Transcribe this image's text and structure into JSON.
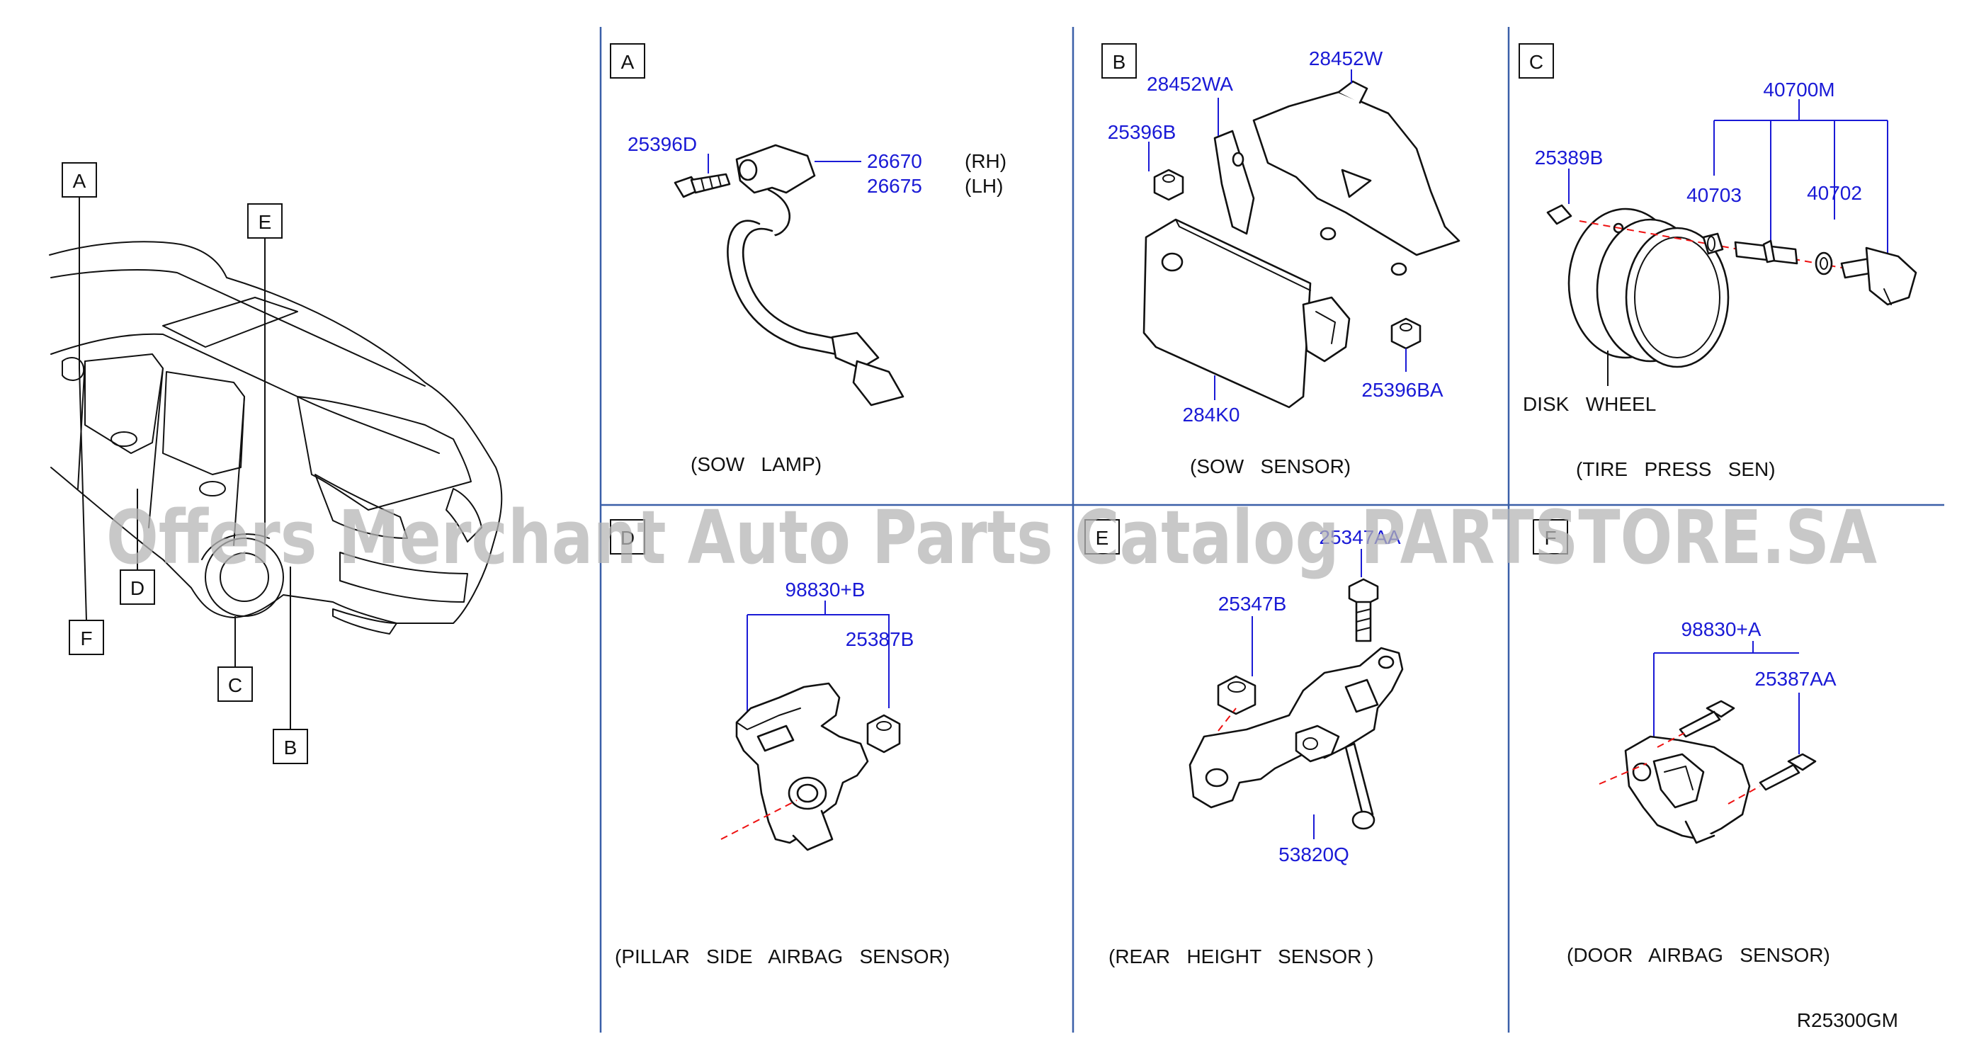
{
  "overview": {
    "callouts": [
      "A",
      "E",
      "D",
      "F",
      "C",
      "B"
    ]
  },
  "sections": {
    "A": {
      "letter": "A",
      "caption": "(SOW   LAMP)",
      "parts": {
        "bolt": "25396D",
        "rh": "26670",
        "lh": "26675"
      },
      "side_rh": "(RH)",
      "side_lh": "(LH)"
    },
    "B": {
      "letter": "B",
      "caption": "(SOW   SENSOR)",
      "parts": {
        "bracket_a": "28452WA",
        "bracket": "28452W",
        "nut": "25396B",
        "sensor": "284K0",
        "nut2": "25396BA"
      }
    },
    "C": {
      "letter": "C",
      "caption": "(TIRE   PRESS   SEN)",
      "parts": {
        "kit": "40700M",
        "cap": "25389B",
        "grommet": "40703",
        "washer": "40702"
      },
      "disk_wheel": "DISK   WHEEL"
    },
    "D": {
      "letter": "D",
      "caption": "(PILLAR   SIDE   AIRBAG   SENSOR)",
      "parts": {
        "sensor": "98830+B",
        "nut": "25387B"
      }
    },
    "E": {
      "letter": "E",
      "caption": "(REAR   HEIGHT   SENSOR )",
      "parts": {
        "bolt": "25347AA",
        "nut": "25347B",
        "sensor": "53820Q"
      }
    },
    "F": {
      "letter": "F",
      "caption": "(DOOR   AIRBAG   SENSOR)",
      "parts": {
        "sensor": "98830+A",
        "bolt": "25387AA"
      }
    }
  },
  "diagram_code": "R25300GM",
  "watermark": "Offers Merchant Auto Parts Catalog PARTSTORE.SA",
  "colors": {
    "part_number": "#1a1ad6",
    "grid": "#3a5fa8",
    "centerline": "#e11111",
    "watermark": "#b5b5b5"
  }
}
